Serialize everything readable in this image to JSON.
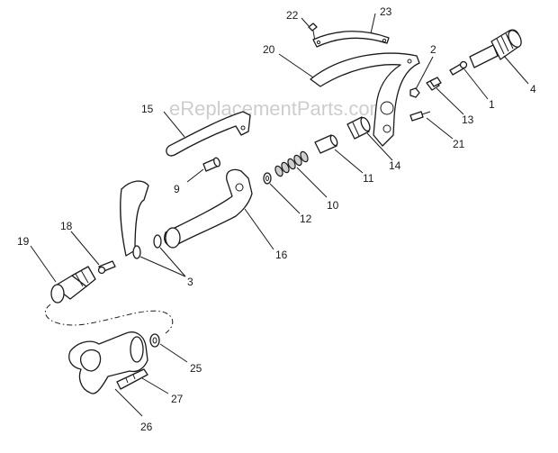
{
  "watermark": "eReplacementParts.com",
  "callouts": {
    "c1": "1",
    "c2": "2",
    "c3": "3",
    "c4": "4",
    "c9": "9",
    "c10": "10",
    "c11": "11",
    "c12": "12",
    "c13": "13",
    "c14": "14",
    "c15": "15",
    "c16": "16",
    "c18": "18",
    "c19": "19",
    "c20": "20",
    "c21": "21",
    "c22": "22",
    "c23": "23",
    "c25": "25",
    "c26": "26",
    "c27": "27"
  },
  "colors": {
    "ink": "#1a1a1a",
    "watermark": "#bdbdbd"
  }
}
